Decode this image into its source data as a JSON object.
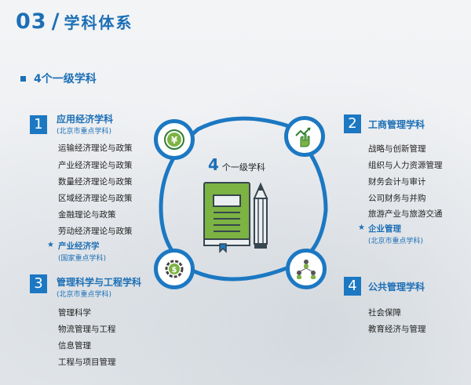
{
  "header": {
    "number": "03",
    "slash": "/",
    "title": "学科体系"
  },
  "subtitle": "4个一级学科",
  "center": {
    "count": "4",
    "label": "个一级学科"
  },
  "disciplines": [
    {
      "number": "1",
      "name": "应用经济学科",
      "note": "(北京市重点学科)",
      "items": [
        "运输经济理论与政策",
        "产业经济理论与政策",
        "数量经济理论与政策",
        "区域经济理论与政策",
        "金融理论与政策",
        "劳动经济理论与政策"
      ],
      "starred": {
        "name": "产业经济学",
        "note": "(国家重点学科)"
      }
    },
    {
      "number": "2",
      "name": "工商管理学科",
      "items": [
        "战略与创新管理",
        "组织与人力资源管理",
        "财务会计与审计",
        "公司财务与并购",
        "旅游产业与旅游交通"
      ],
      "starred": {
        "name": "企业管理",
        "note": "(北京市重点学科)"
      }
    },
    {
      "number": "3",
      "name": "管理科学与工程学科",
      "note": "(北京市重点学科)",
      "items": [
        "管理科学",
        "物流管理与工程",
        "信息管理",
        "工程与项目管理"
      ]
    },
    {
      "number": "4",
      "name": "公共管理学科",
      "items": [
        "社会保障",
        "教育经济与管理"
      ]
    }
  ],
  "icons": {
    "top_left": "yen-coin-icon",
    "top_right": "hand-growth-chart-icon",
    "bottom_left": "gear-dollar-icon",
    "bottom_right": "people-network-icon",
    "center": "book-pencil-icon"
  },
  "colors": {
    "accent": "#1c6fb6",
    "book_green": "#7cb342"
  }
}
